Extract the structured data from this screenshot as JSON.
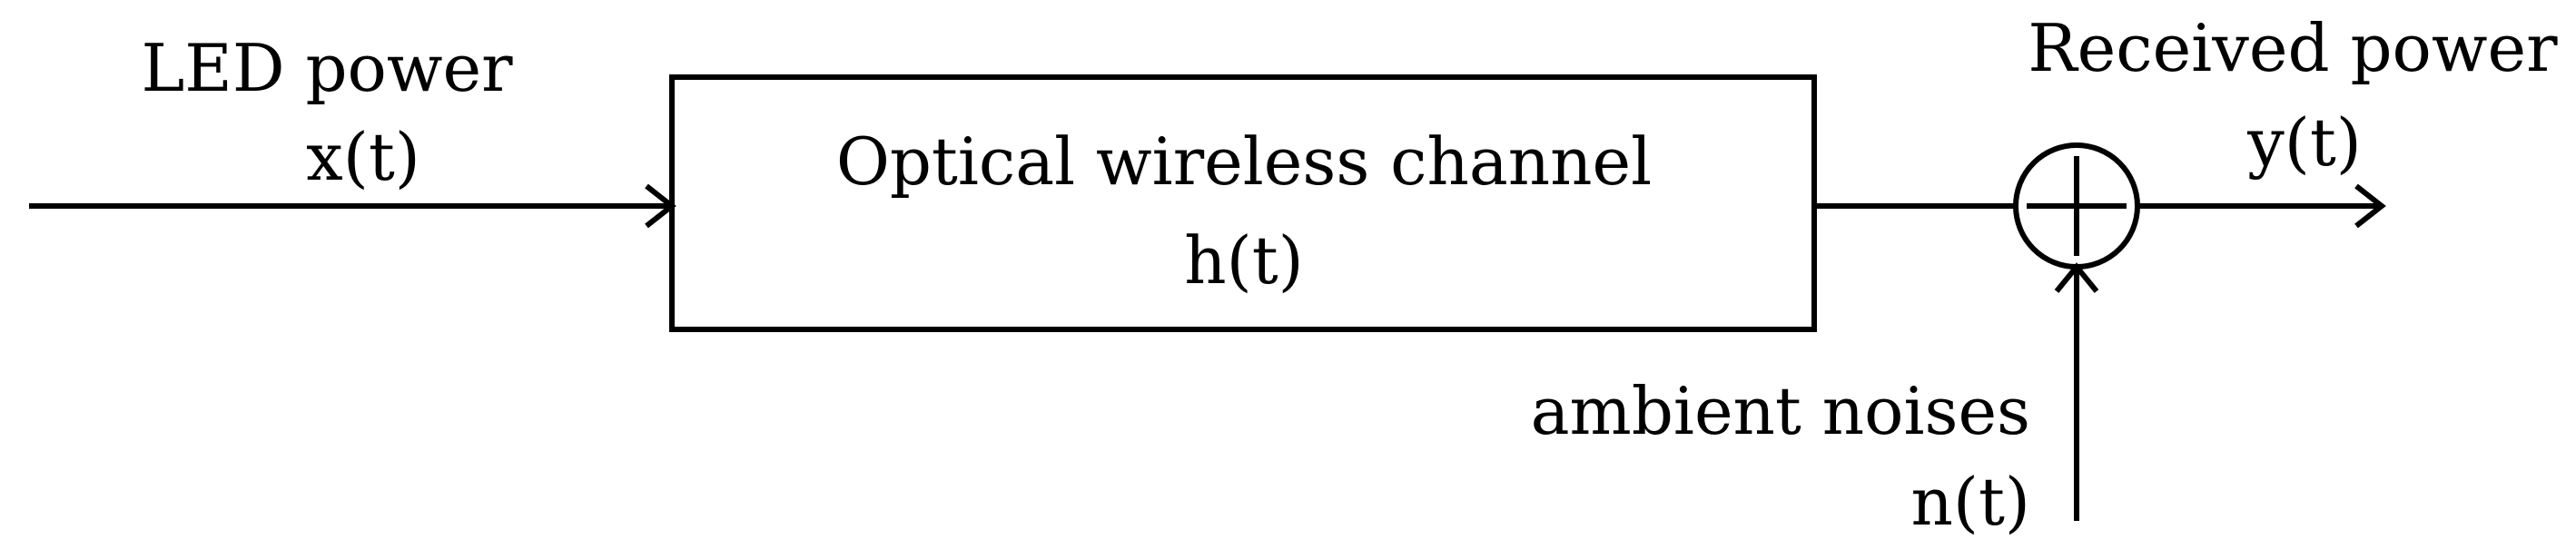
{
  "input": {
    "label": "LED power",
    "signal": "x(t)"
  },
  "channel": {
    "label": "Optical wireless channel",
    "signal": "h(t)"
  },
  "output": {
    "label": "Received power",
    "signal": "y(t)"
  },
  "noise": {
    "label": "ambient noises",
    "signal": "n(t)"
  },
  "colors": {
    "stroke": "#000000",
    "background": "#ffffff"
  }
}
